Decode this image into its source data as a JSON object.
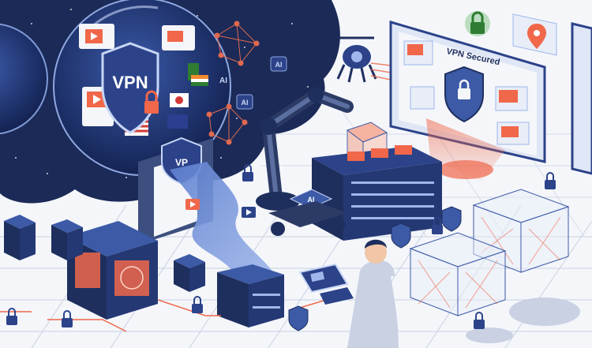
{
  "scene": {
    "bubble": {
      "shield_text": "VPN",
      "chip_labels": [
        "AI",
        "AI",
        "AI"
      ]
    },
    "gateway": {
      "shield_text": "VP"
    },
    "server": {
      "chip_text": "AI"
    },
    "monitor": {
      "title": "VPN Secured"
    }
  },
  "colors": {
    "navy": "#1e2f5e",
    "navy_light": "#3c5aa6",
    "orange": "#f0674a",
    "cream": "#f4f6fa",
    "green": "#4caf50",
    "gray": "#c9d1e3"
  },
  "icons": [
    "padlock-icon",
    "shield-icon",
    "play-icon",
    "location-pin-icon",
    "robot-drone-icon"
  ]
}
